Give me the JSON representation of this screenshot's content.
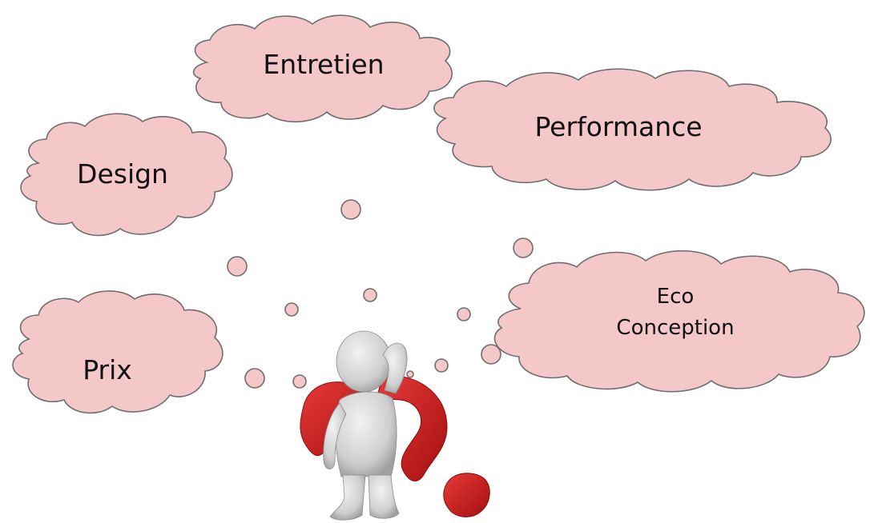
{
  "clouds": {
    "entretien": "Entretien",
    "performance": "Performance",
    "design": "Design",
    "prix": "Prix",
    "eco_line1": "Eco",
    "eco_line2": "Conception"
  },
  "colors": {
    "cloud_fill": "#f4c7c9",
    "cloud_stroke": "#6e6e6e",
    "bubble_fill": "#f4c7c9",
    "figure": "#d9d9d9",
    "question_mark": "#d41f1f"
  },
  "icons": [
    "thought-cloud-icon",
    "thinking-person-icon",
    "question-mark-icon"
  ]
}
